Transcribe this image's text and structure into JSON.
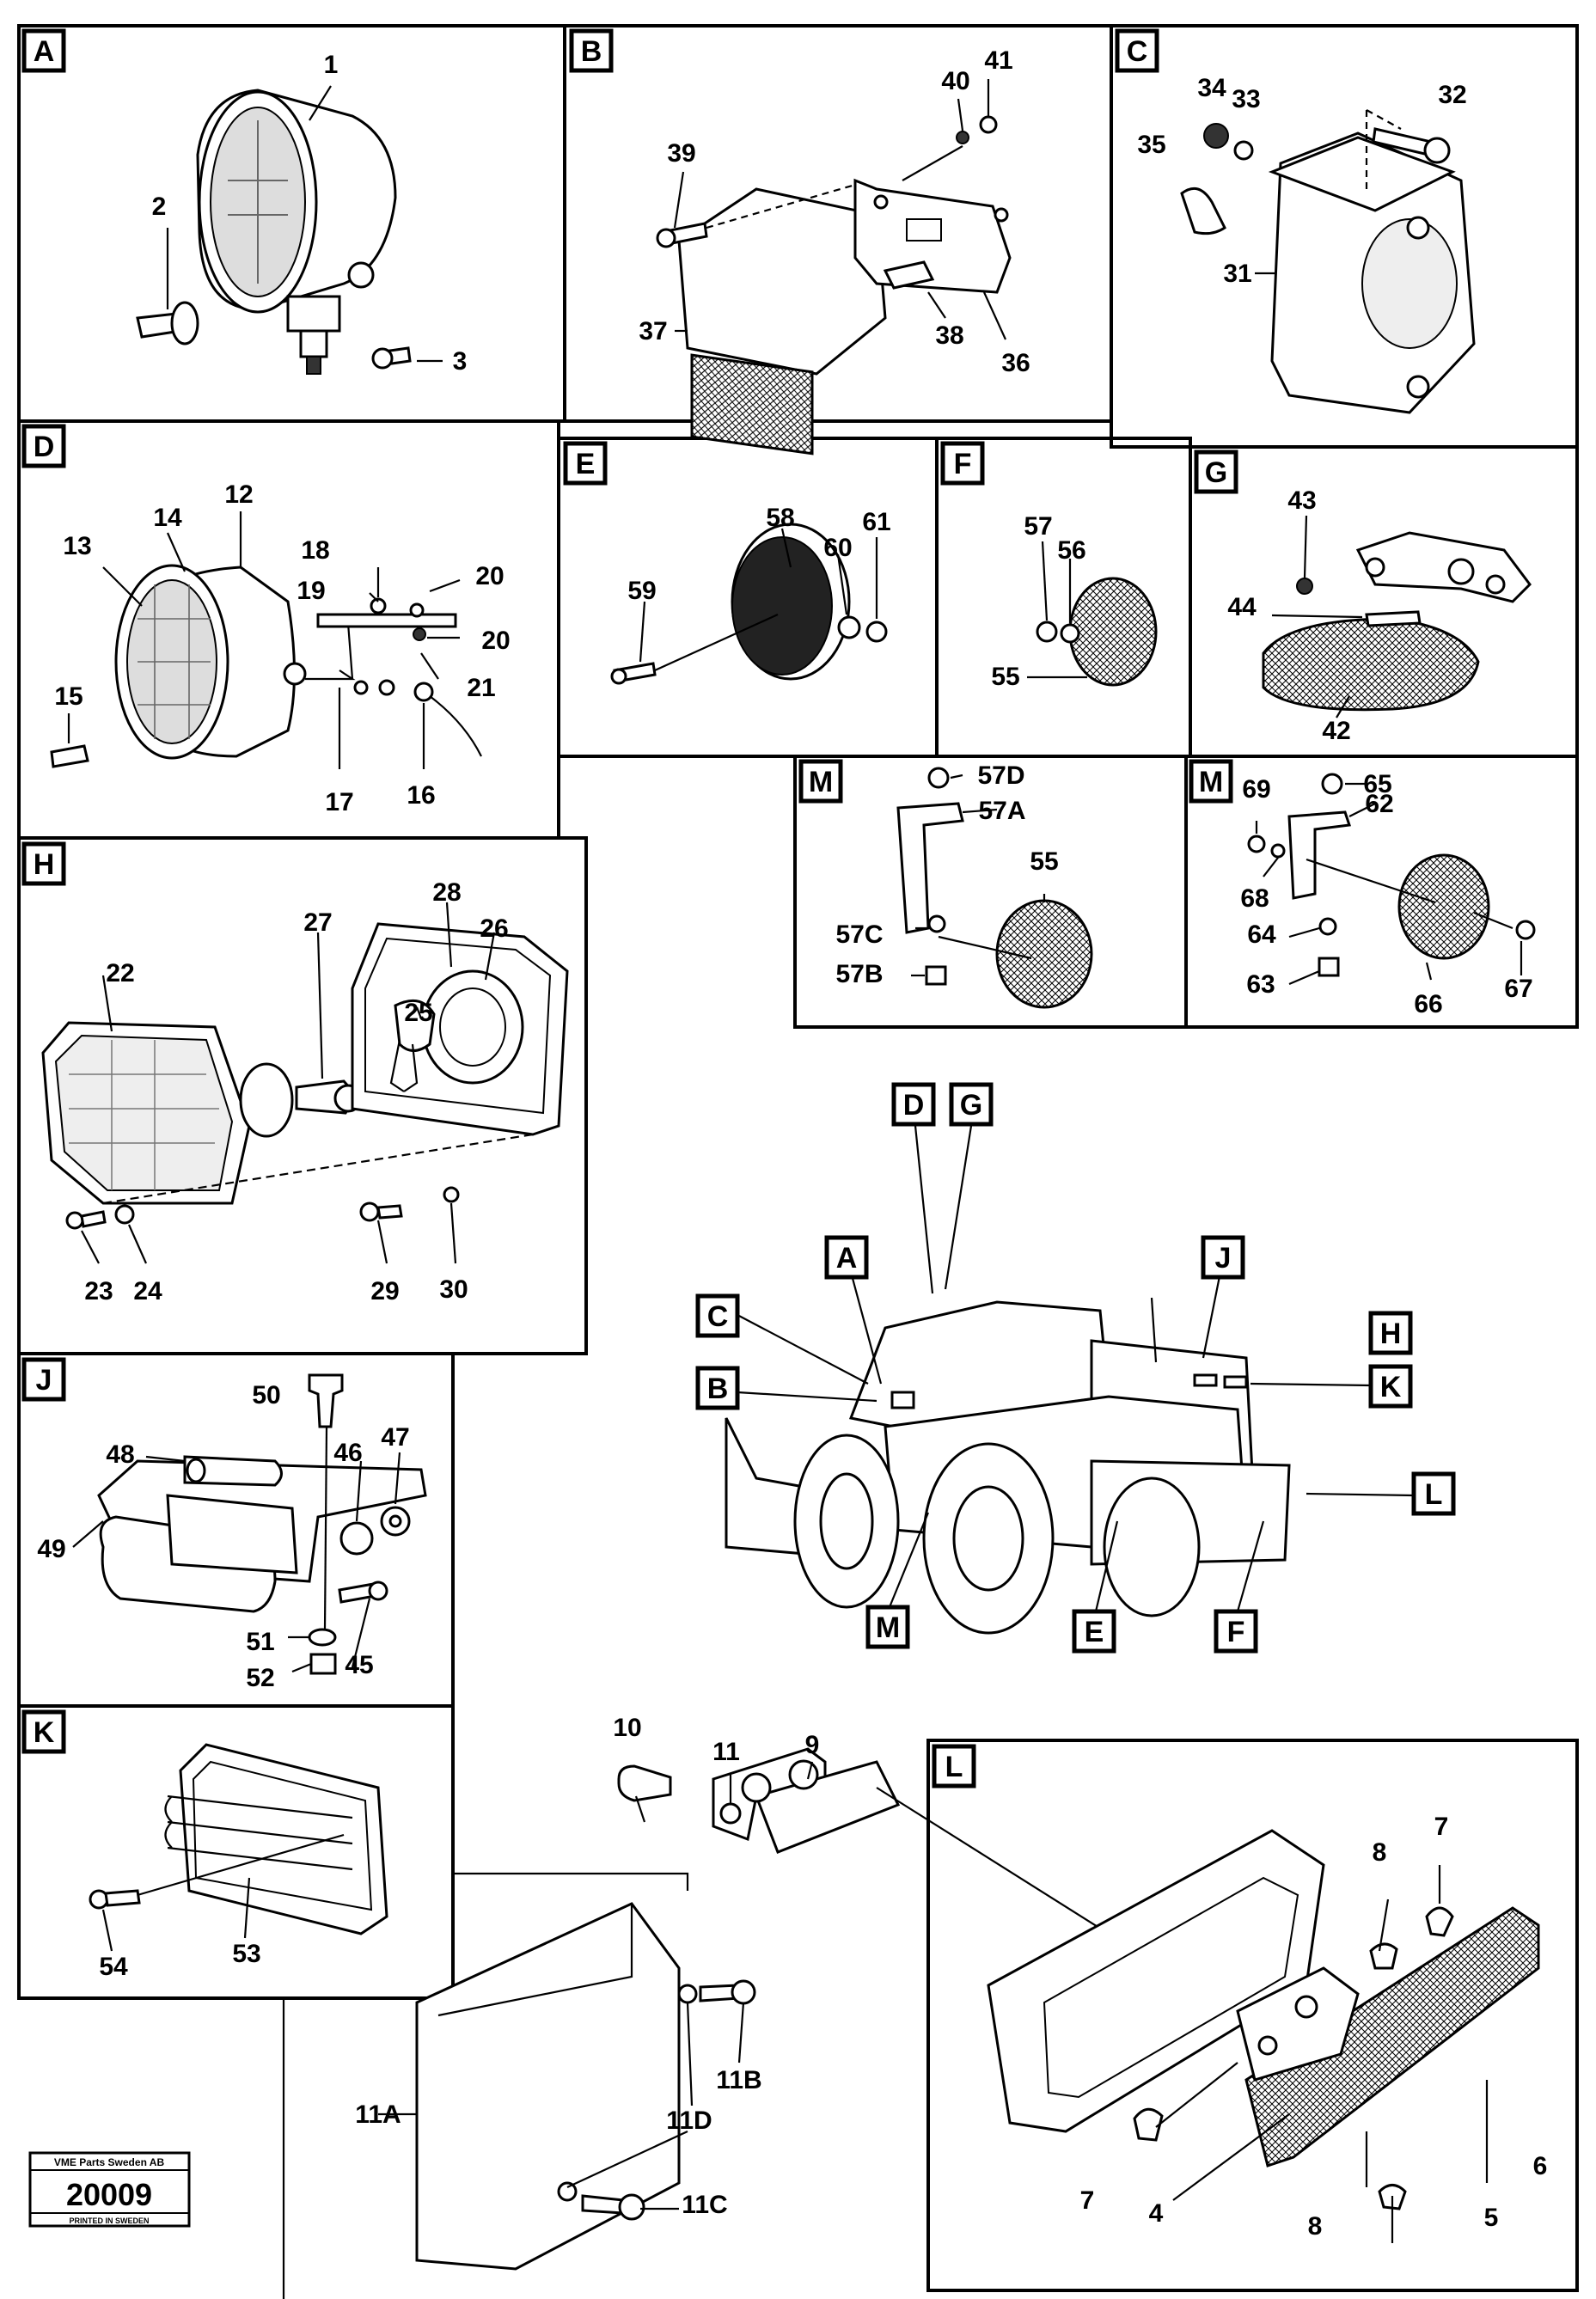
{
  "panels": [
    {
      "key": "A",
      "label": "A"
    },
    {
      "key": "B",
      "label": "B"
    },
    {
      "key": "C",
      "label": "C"
    },
    {
      "key": "D",
      "label": "D"
    },
    {
      "key": "E",
      "label": "E"
    },
    {
      "key": "F",
      "label": "F"
    },
    {
      "key": "G",
      "label": "G"
    },
    {
      "key": "H",
      "label": "H"
    },
    {
      "key": "J",
      "label": "J"
    },
    {
      "key": "K",
      "label": "K"
    },
    {
      "key": "L",
      "label": "L"
    },
    {
      "key": "M1",
      "label": "M"
    },
    {
      "key": "M2",
      "label": "M"
    }
  ],
  "part_numbers": {
    "A": [
      "1",
      "2",
      "3"
    ],
    "B": [
      "40",
      "41",
      "39",
      "37",
      "38",
      "36"
    ],
    "C": [
      "34",
      "33",
      "32",
      "35",
      "31"
    ],
    "D": [
      "14",
      "12",
      "13",
      "18",
      "20",
      "19",
      "20",
      "21",
      "15",
      "17",
      "16"
    ],
    "E": [
      "58",
      "61",
      "60",
      "59"
    ],
    "F": [
      "57",
      "56",
      "55"
    ],
    "G": [
      "43",
      "44",
      "42"
    ],
    "M1": [
      "57D",
      "57A",
      "55",
      "57C",
      "57B"
    ],
    "M2": [
      "69",
      "65",
      "62",
      "68",
      "64",
      "63",
      "66",
      "67"
    ],
    "H": [
      "27",
      "28",
      "26",
      "22",
      "25",
      "23",
      "24",
      "29",
      "30"
    ],
    "J": [
      "50",
      "48",
      "47",
      "46",
      "49",
      "51",
      "52",
      "45"
    ],
    "K": [
      "54",
      "53"
    ],
    "bracket": [
      "10",
      "11",
      "9",
      "11A",
      "11B",
      "11D",
      "11C"
    ],
    "L": [
      "8",
      "7",
      "7",
      "4",
      "8",
      "5",
      "6"
    ]
  },
  "overview_callouts": [
    "D",
    "G",
    "A",
    "J",
    "C",
    "B",
    "H",
    "K",
    "L",
    "M",
    "E",
    "F"
  ],
  "stamp": {
    "company": "VME Parts Sweden AB",
    "number": "20009",
    "printed": "PRINTED IN SWEDEN"
  }
}
